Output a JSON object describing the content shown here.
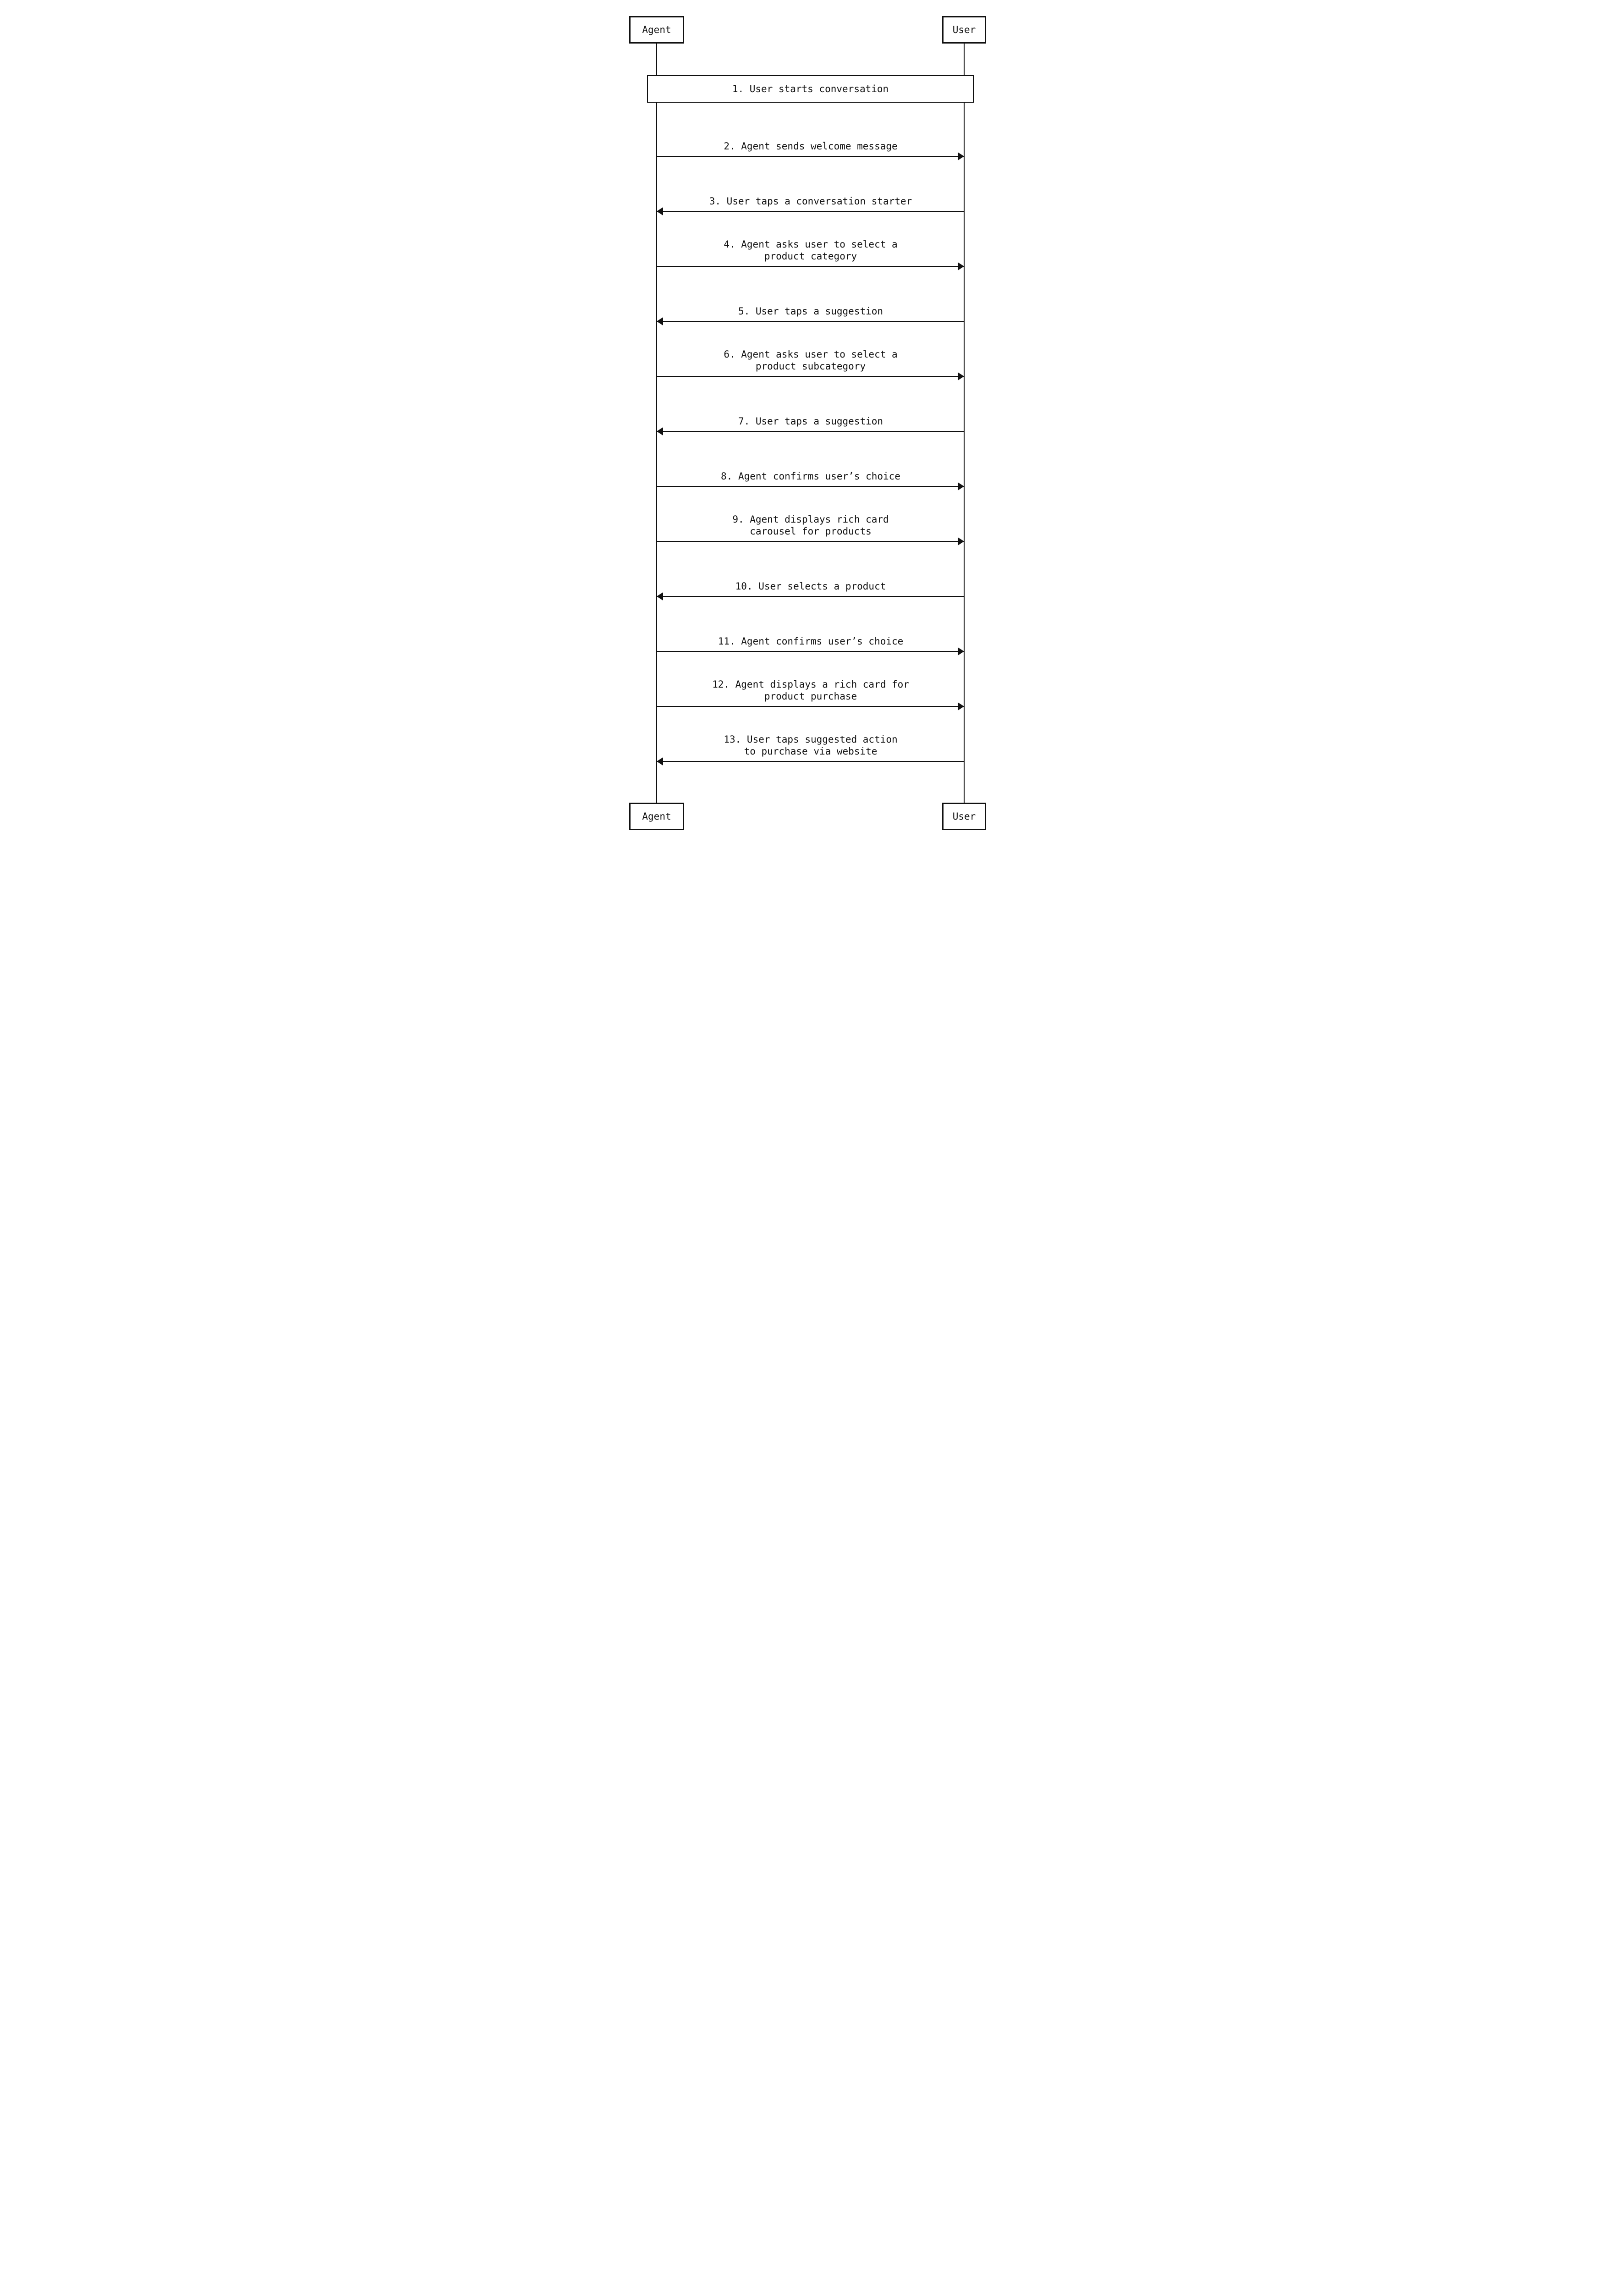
{
  "diagram": {
    "colors": {
      "line": "#111111",
      "background": "#ffffff"
    },
    "participants": [
      {
        "id": "agent",
        "label": "Agent"
      },
      {
        "id": "user",
        "label": "User"
      }
    ],
    "note": {
      "label": "1. User starts conversation"
    },
    "messages": [
      {
        "label": "2. Agent sends welcome message",
        "from": "agent",
        "to": "user"
      },
      {
        "label": "3. User taps a conversation starter",
        "from": "user",
        "to": "agent"
      },
      {
        "label": "4. Agent asks user to select a product category",
        "from": "agent",
        "to": "user"
      },
      {
        "label": "5. User taps a suggestion",
        "from": "user",
        "to": "agent"
      },
      {
        "label": "6. Agent asks user to select a product subcategory",
        "from": "agent",
        "to": "user"
      },
      {
        "label": "7. User taps a suggestion",
        "from": "user",
        "to": "agent"
      },
      {
        "label": "8. Agent confirms user’s choice",
        "from": "agent",
        "to": "user"
      },
      {
        "label": "9. Agent displays rich card carousel for products",
        "from": "agent",
        "to": "user"
      },
      {
        "label": "10. User selects a product",
        "from": "user",
        "to": "agent"
      },
      {
        "label": "11. Agent confirms user’s choice",
        "from": "agent",
        "to": "user"
      },
      {
        "label": "12. Agent displays a rich card for product purchase",
        "from": "agent",
        "to": "user"
      },
      {
        "label": "13. User taps suggested action\nto purchase via website",
        "from": "user",
        "to": "agent"
      }
    ]
  }
}
